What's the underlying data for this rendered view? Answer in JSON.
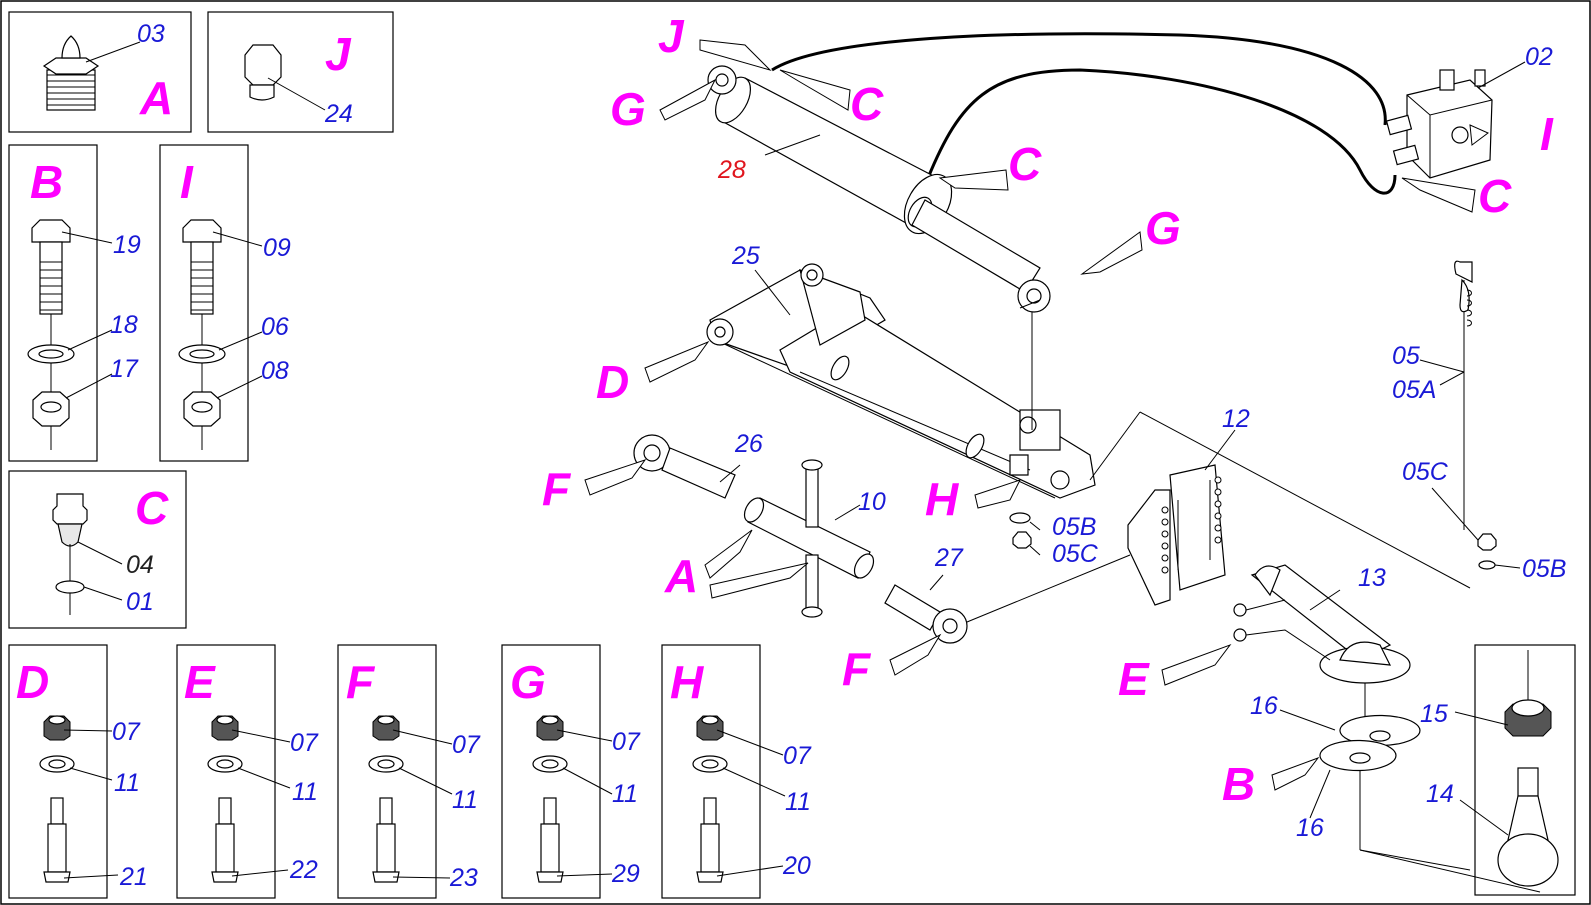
{
  "colors": {
    "letter": "#ff00ff",
    "number": "#1a1ad6",
    "highlight": "#e0161e",
    "ink": "#000000"
  },
  "boxes": {
    "A": {
      "letter": "A",
      "parts": [
        "03"
      ]
    },
    "J": {
      "letter": "J",
      "parts": [
        "24"
      ]
    },
    "B": {
      "letter": "B",
      "parts": [
        "19",
        "18",
        "17"
      ]
    },
    "I": {
      "letter": "I",
      "parts": [
        "09",
        "06",
        "08"
      ]
    },
    "C": {
      "letter": "C",
      "parts": [
        "04",
        "01"
      ]
    },
    "D": {
      "letter": "D",
      "parts": [
        "07",
        "11",
        "21"
      ]
    },
    "E": {
      "letter": "E",
      "parts": [
        "07",
        "11",
        "22"
      ]
    },
    "F": {
      "letter": "F",
      "parts": [
        "07",
        "11",
        "23"
      ]
    },
    "G": {
      "letter": "G",
      "parts": [
        "07",
        "11",
        "29"
      ]
    },
    "H": {
      "letter": "H",
      "parts": [
        "07",
        "11",
        "20"
      ]
    }
  },
  "main": {
    "letters": {
      "J": "J",
      "C1": "C",
      "G1": "G",
      "C2": "C",
      "C3": "C",
      "I": "I",
      "G2": "G",
      "D": "D",
      "F1": "F",
      "H": "H",
      "A": "A",
      "F2": "F",
      "E": "E",
      "B": "B"
    },
    "parts": {
      "p02": "02",
      "p28": "28",
      "p25": "25",
      "p05": "05",
      "p05A": "05A",
      "p05C_right": "05C",
      "p05B_right": "05B",
      "p12": "12",
      "p26": "26",
      "p10": "10",
      "p05B_mid": "05B",
      "p05C_mid": "05C",
      "p27": "27",
      "p13": "13",
      "p16_top": "16",
      "p16_bot": "16",
      "p15": "15",
      "p14": "14"
    }
  }
}
